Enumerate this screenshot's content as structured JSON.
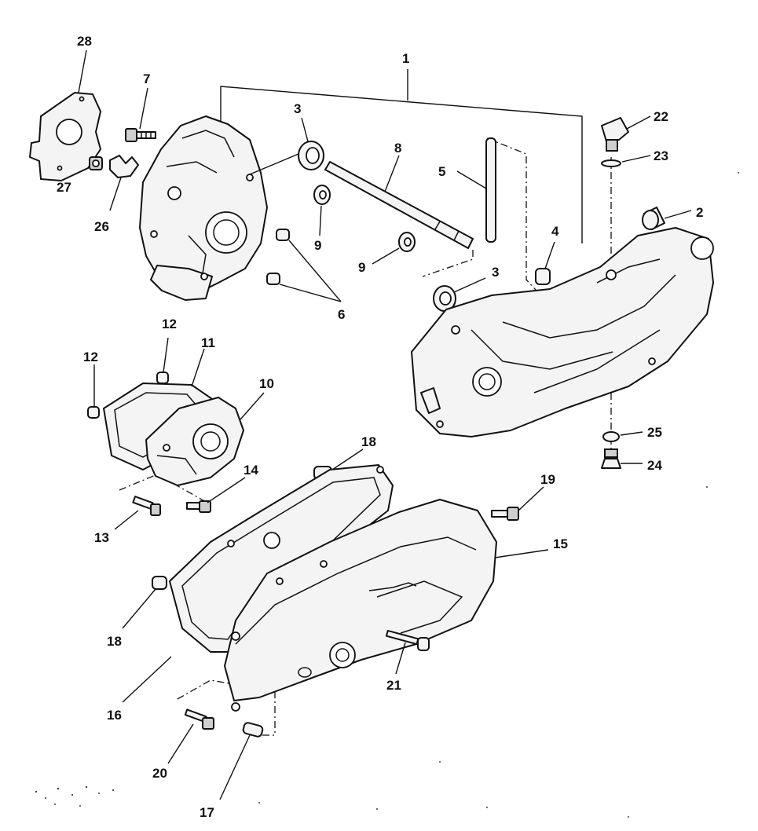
{
  "diagram": {
    "callouts": {
      "c1": "1",
      "c2": "2",
      "c3a": "3",
      "c3b": "3",
      "c4": "4",
      "c5": "5",
      "c6": "6",
      "c7": "7",
      "c8": "8",
      "c9a": "9",
      "c9b": "9",
      "c10": "10",
      "c11": "11",
      "c12a": "12",
      "c12b": "12",
      "c13": "13",
      "c14": "14",
      "c15": "15",
      "c16": "16",
      "c17": "17",
      "c18a": "18",
      "c18b": "18",
      "c19": "19",
      "c20": "20",
      "c21": "21",
      "c22": "22",
      "c23": "23",
      "c24": "24",
      "c25": "25",
      "c26": "26",
      "c27": "27",
      "c28": "28"
    }
  }
}
